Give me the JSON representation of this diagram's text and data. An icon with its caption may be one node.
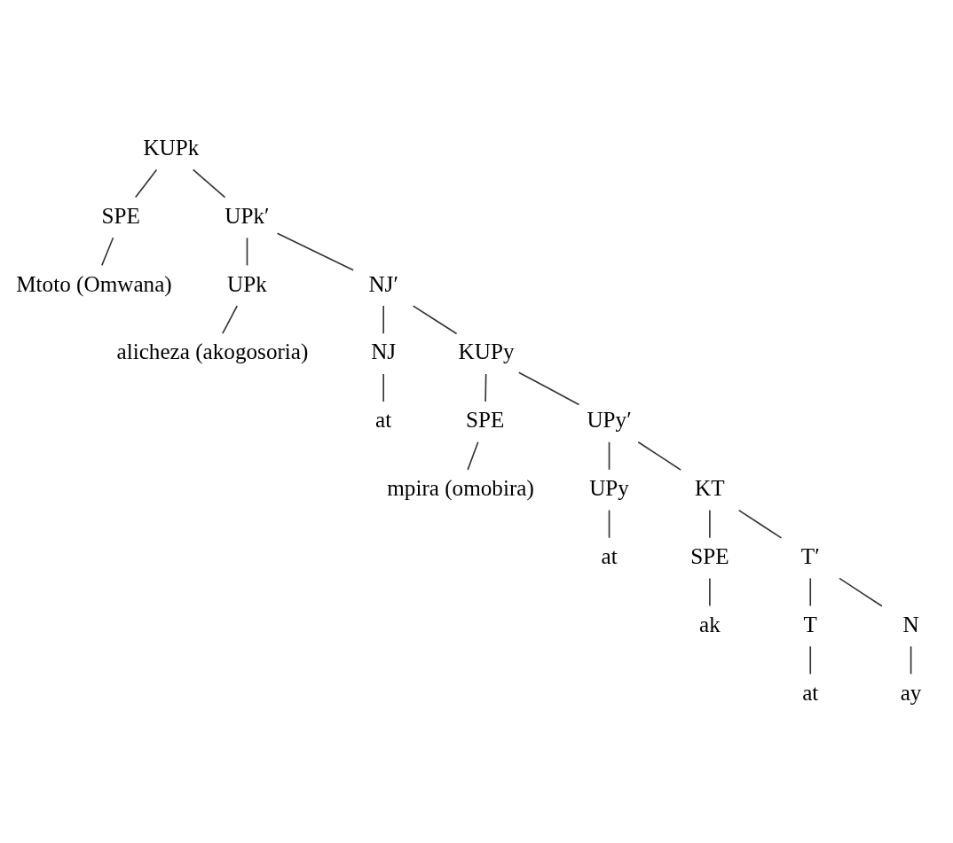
{
  "diagram": {
    "nodes": [
      {
        "text": [
          "KUPk"
        ]
      },
      {
        "text": [
          "SPE"
        ]
      },
      {
        "text": [
          "UPk′"
        ]
      },
      {
        "text": [
          "Mtoto (Omwana)"
        ]
      },
      {
        "text": [
          "UPk"
        ]
      },
      {
        "text": [
          "NJ′"
        ]
      },
      {
        "text": [
          "alicheza (akogosoria)"
        ]
      },
      {
        "text": [
          "NJ"
        ]
      },
      {
        "text": [
          "KUPy"
        ]
      },
      {
        "text": [
          "at"
        ]
      },
      {
        "text": [
          "SPE"
        ]
      },
      {
        "text": [
          "UPy′"
        ]
      },
      {
        "text": [
          "mpira (omobira)"
        ]
      },
      {
        "text": [
          "UPy"
        ]
      },
      {
        "text": [
          "KT"
        ]
      },
      {
        "text": [
          "at"
        ]
      },
      {
        "text": [
          "SPE"
        ]
      },
      {
        "text": [
          "T′"
        ]
      },
      {
        "text": [
          "ak"
        ]
      },
      {
        "text": [
          "T"
        ]
      },
      {
        "text": [
          "N"
        ]
      },
      {
        "text": [
          "at"
        ]
      },
      {
        "text": [
          "ay"
        ]
      }
    ],
    "edges": [
      {
        "from": 0,
        "to": 1,
        "arrow": "none"
      },
      {
        "from": 0,
        "to": 2,
        "arrow": "none"
      },
      {
        "from": 1,
        "to": 3,
        "arrow": "none"
      },
      {
        "from": 2,
        "to": 4,
        "arrow": "none"
      },
      {
        "from": 2,
        "to": 5,
        "arrow": "none"
      },
      {
        "from": 4,
        "to": 6,
        "arrow": "none"
      },
      {
        "from": 5,
        "to": 7,
        "arrow": "none"
      },
      {
        "from": 5,
        "to": 8,
        "arrow": "none"
      },
      {
        "from": 7,
        "to": 9,
        "arrow": "none"
      },
      {
        "from": 8,
        "to": 10,
        "arrow": "none"
      },
      {
        "from": 8,
        "to": 11,
        "arrow": "none"
      },
      {
        "from": 10,
        "to": 12,
        "arrow": "none"
      },
      {
        "from": 11,
        "to": 13,
        "arrow": "none"
      },
      {
        "from": 11,
        "to": 14,
        "arrow": "none"
      },
      {
        "from": 13,
        "to": 15,
        "arrow": "none"
      },
      {
        "from": 14,
        "to": 16,
        "arrow": "none"
      },
      {
        "from": 14,
        "to": 17,
        "arrow": "none"
      },
      {
        "from": 16,
        "to": 18,
        "arrow": "none"
      },
      {
        "from": 17,
        "to": 19,
        "arrow": "none"
      },
      {
        "from": 17,
        "to": 20,
        "arrow": "none"
      },
      {
        "from": 19,
        "to": 21,
        "arrow": "none"
      },
      {
        "from": 20,
        "to": 22,
        "arrow": "none"
      }
    ]
  }
}
